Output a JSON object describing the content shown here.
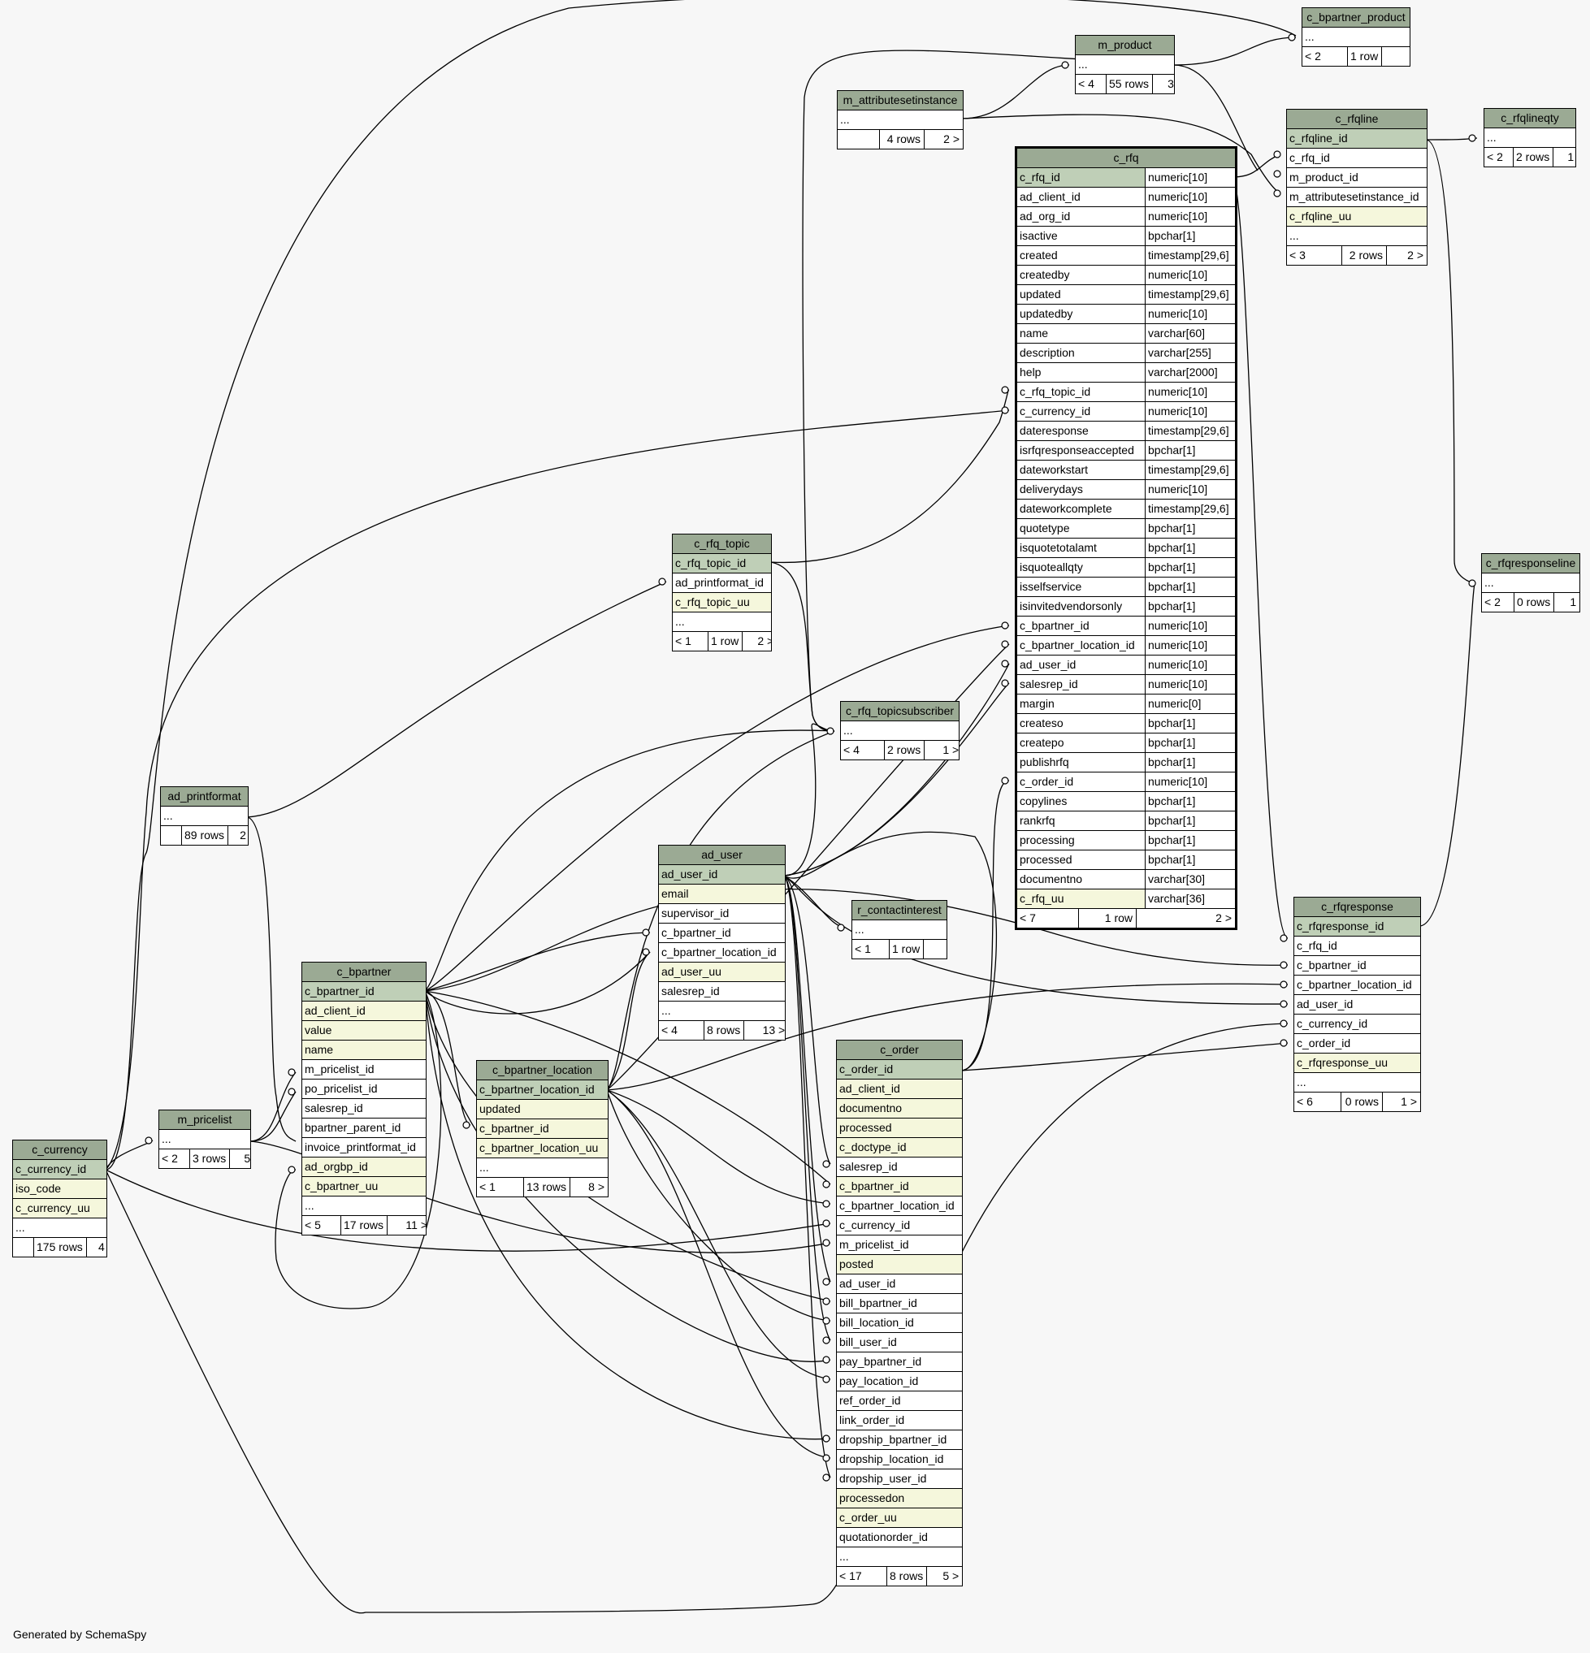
{
  "footer": "Generated by SchemaSpy",
  "tables": {
    "c_bpartner_product": {
      "title": "c_bpartner_product",
      "rows": [
        {
          "t": "...",
          "k": ""
        }
      ],
      "foot": [
        "< 2",
        "1 row",
        ""
      ]
    },
    "m_product": {
      "title": "m_product",
      "rows": [
        {
          "t": "...",
          "k": ""
        }
      ],
      "foot": [
        "< 4",
        "55 rows",
        "3 >"
      ]
    },
    "m_attributesetinstance": {
      "title": "m_attributesetinstance",
      "rows": [
        {
          "t": "...",
          "k": ""
        }
      ],
      "foot": [
        "",
        "4 rows",
        "2 >"
      ]
    },
    "c_rfqline": {
      "title": "c_rfqline",
      "rows": [
        {
          "t": "c_rfqline_id",
          "k": "pk"
        },
        {
          "t": "c_rfq_id",
          "k": ""
        },
        {
          "t": "m_product_id",
          "k": ""
        },
        {
          "t": "m_attributesetinstance_id",
          "k": ""
        },
        {
          "t": "c_rfqline_uu",
          "k": "idx"
        },
        {
          "t": "...",
          "k": ""
        }
      ],
      "foot": [
        "< 3",
        "2 rows",
        "2 >"
      ]
    },
    "c_rfqlineqty": {
      "title": "c_rfqlineqty",
      "rows": [
        {
          "t": "...",
          "k": ""
        }
      ],
      "foot": [
        "< 2",
        "2 rows",
        "1 >"
      ]
    },
    "c_rfq": {
      "title": "c_rfq",
      "rows": [
        {
          "t": "c_rfq_id",
          "ty": "numeric[10]",
          "k": "pk"
        },
        {
          "t": "ad_client_id",
          "ty": "numeric[10]",
          "k": ""
        },
        {
          "t": "ad_org_id",
          "ty": "numeric[10]",
          "k": ""
        },
        {
          "t": "isactive",
          "ty": "bpchar[1]",
          "k": ""
        },
        {
          "t": "created",
          "ty": "timestamp[29,6]",
          "k": ""
        },
        {
          "t": "createdby",
          "ty": "numeric[10]",
          "k": ""
        },
        {
          "t": "updated",
          "ty": "timestamp[29,6]",
          "k": ""
        },
        {
          "t": "updatedby",
          "ty": "numeric[10]",
          "k": ""
        },
        {
          "t": "name",
          "ty": "varchar[60]",
          "k": ""
        },
        {
          "t": "description",
          "ty": "varchar[255]",
          "k": ""
        },
        {
          "t": "help",
          "ty": "varchar[2000]",
          "k": ""
        },
        {
          "t": "c_rfq_topic_id",
          "ty": "numeric[10]",
          "k": ""
        },
        {
          "t": "c_currency_id",
          "ty": "numeric[10]",
          "k": ""
        },
        {
          "t": "dateresponse",
          "ty": "timestamp[29,6]",
          "k": ""
        },
        {
          "t": "isrfqresponseaccepted",
          "ty": "bpchar[1]",
          "k": ""
        },
        {
          "t": "dateworkstart",
          "ty": "timestamp[29,6]",
          "k": ""
        },
        {
          "t": "deliverydays",
          "ty": "numeric[10]",
          "k": ""
        },
        {
          "t": "dateworkcomplete",
          "ty": "timestamp[29,6]",
          "k": ""
        },
        {
          "t": "quotetype",
          "ty": "bpchar[1]",
          "k": ""
        },
        {
          "t": "isquotetotalamt",
          "ty": "bpchar[1]",
          "k": ""
        },
        {
          "t": "isquoteallqty",
          "ty": "bpchar[1]",
          "k": ""
        },
        {
          "t": "isselfservice",
          "ty": "bpchar[1]",
          "k": ""
        },
        {
          "t": "isinvitedvendorsonly",
          "ty": "bpchar[1]",
          "k": ""
        },
        {
          "t": "c_bpartner_id",
          "ty": "numeric[10]",
          "k": ""
        },
        {
          "t": "c_bpartner_location_id",
          "ty": "numeric[10]",
          "k": ""
        },
        {
          "t": "ad_user_id",
          "ty": "numeric[10]",
          "k": ""
        },
        {
          "t": "salesrep_id",
          "ty": "numeric[10]",
          "k": ""
        },
        {
          "t": "margin",
          "ty": "numeric[0]",
          "k": ""
        },
        {
          "t": "createso",
          "ty": "bpchar[1]",
          "k": ""
        },
        {
          "t": "createpo",
          "ty": "bpchar[1]",
          "k": ""
        },
        {
          "t": "publishrfq",
          "ty": "bpchar[1]",
          "k": ""
        },
        {
          "t": "c_order_id",
          "ty": "numeric[10]",
          "k": ""
        },
        {
          "t": "copylines",
          "ty": "bpchar[1]",
          "k": ""
        },
        {
          "t": "rankrfq",
          "ty": "bpchar[1]",
          "k": ""
        },
        {
          "t": "processing",
          "ty": "bpchar[1]",
          "k": ""
        },
        {
          "t": "processed",
          "ty": "bpchar[1]",
          "k": ""
        },
        {
          "t": "documentno",
          "ty": "varchar[30]",
          "k": ""
        },
        {
          "t": "c_rfq_uu",
          "ty": "varchar[36]",
          "k": "idx"
        }
      ],
      "foot": [
        "< 7",
        "1 row",
        "2 >"
      ]
    },
    "c_rfq_topic": {
      "title": "c_rfq_topic",
      "rows": [
        {
          "t": "c_rfq_topic_id",
          "k": "pk"
        },
        {
          "t": "ad_printformat_id",
          "k": ""
        },
        {
          "t": "c_rfq_topic_uu",
          "k": "idx"
        },
        {
          "t": "...",
          "k": ""
        }
      ],
      "foot": [
        "< 1",
        "1 row",
        "2 >"
      ]
    },
    "c_rfq_topicsubscriber": {
      "title": "c_rfq_topicsubscriber",
      "rows": [
        {
          "t": "...",
          "k": ""
        }
      ],
      "foot": [
        "< 4",
        "2 rows",
        "1 >"
      ]
    },
    "c_rfqresponseline": {
      "title": "c_rfqresponseline",
      "rows": [
        {
          "t": "...",
          "k": ""
        }
      ],
      "foot": [
        "< 2",
        "0 rows",
        "1 >"
      ]
    },
    "ad_printformat": {
      "title": "ad_printformat",
      "rows": [
        {
          "t": "...",
          "k": ""
        }
      ],
      "foot": [
        "",
        "89 rows",
        "2 >"
      ]
    },
    "ad_user": {
      "title": "ad_user",
      "rows": [
        {
          "t": "ad_user_id",
          "k": "pk"
        },
        {
          "t": "email",
          "k": "idx"
        },
        {
          "t": "supervisor_id",
          "k": ""
        },
        {
          "t": "c_bpartner_id",
          "k": ""
        },
        {
          "t": "c_bpartner_location_id",
          "k": ""
        },
        {
          "t": "ad_user_uu",
          "k": "idx"
        },
        {
          "t": "salesrep_id",
          "k": ""
        },
        {
          "t": "...",
          "k": ""
        }
      ],
      "foot": [
        "< 4",
        "8 rows",
        "13 >"
      ]
    },
    "r_contactinterest": {
      "title": "r_contactinterest",
      "rows": [
        {
          "t": "...",
          "k": ""
        }
      ],
      "foot": [
        "< 1",
        "1 row",
        ""
      ]
    },
    "c_rfqresponse": {
      "title": "c_rfqresponse",
      "rows": [
        {
          "t": "c_rfqresponse_id",
          "k": "pk"
        },
        {
          "t": "c_rfq_id",
          "k": ""
        },
        {
          "t": "c_bpartner_id",
          "k": ""
        },
        {
          "t": "c_bpartner_location_id",
          "k": ""
        },
        {
          "t": "ad_user_id",
          "k": ""
        },
        {
          "t": "c_currency_id",
          "k": ""
        },
        {
          "t": "c_order_id",
          "k": ""
        },
        {
          "t": "c_rfqresponse_uu",
          "k": "idx"
        },
        {
          "t": "...",
          "k": ""
        }
      ],
      "foot": [
        "< 6",
        "0 rows",
        "1 >"
      ]
    },
    "c_bpartner": {
      "title": "c_bpartner",
      "rows": [
        {
          "t": "c_bpartner_id",
          "k": "pk"
        },
        {
          "t": "ad_client_id",
          "k": "idx"
        },
        {
          "t": "value",
          "k": "idx"
        },
        {
          "t": "name",
          "k": "idx"
        },
        {
          "t": "m_pricelist_id",
          "k": ""
        },
        {
          "t": "po_pricelist_id",
          "k": ""
        },
        {
          "t": "salesrep_id",
          "k": ""
        },
        {
          "t": "bpartner_parent_id",
          "k": ""
        },
        {
          "t": "invoice_printformat_id",
          "k": ""
        },
        {
          "t": "ad_orgbp_id",
          "k": "idx"
        },
        {
          "t": "c_bpartner_uu",
          "k": "idx"
        },
        {
          "t": "...",
          "k": ""
        }
      ],
      "foot": [
        "< 5",
        "17 rows",
        "11 >"
      ]
    },
    "c_bpartner_location": {
      "title": "c_bpartner_location",
      "rows": [
        {
          "t": "c_bpartner_location_id",
          "k": "pk"
        },
        {
          "t": "updated",
          "k": "idx"
        },
        {
          "t": "c_bpartner_id",
          "k": "idx"
        },
        {
          "t": "c_bpartner_location_uu",
          "k": "idx"
        },
        {
          "t": "...",
          "k": ""
        }
      ],
      "foot": [
        "< 1",
        "13 rows",
        "8 >"
      ]
    },
    "m_pricelist": {
      "title": "m_pricelist",
      "rows": [
        {
          "t": "...",
          "k": ""
        }
      ],
      "foot": [
        "< 2",
        "3 rows",
        "5 >"
      ]
    },
    "c_currency": {
      "title": "c_currency",
      "rows": [
        {
          "t": "c_currency_id",
          "k": "pk"
        },
        {
          "t": "iso_code",
          "k": "idx"
        },
        {
          "t": "c_currency_uu",
          "k": "idx"
        },
        {
          "t": "...",
          "k": ""
        }
      ],
      "foot": [
        "",
        "175 rows",
        "4 >"
      ]
    },
    "c_order": {
      "title": "c_order",
      "rows": [
        {
          "t": "c_order_id",
          "k": "pk"
        },
        {
          "t": "ad_client_id",
          "k": "idx"
        },
        {
          "t": "documentno",
          "k": "idx"
        },
        {
          "t": "processed",
          "k": "idx"
        },
        {
          "t": "c_doctype_id",
          "k": "idx"
        },
        {
          "t": "salesrep_id",
          "k": ""
        },
        {
          "t": "c_bpartner_id",
          "k": "idx"
        },
        {
          "t": "c_bpartner_location_id",
          "k": ""
        },
        {
          "t": "c_currency_id",
          "k": ""
        },
        {
          "t": "m_pricelist_id",
          "k": ""
        },
        {
          "t": "posted",
          "k": "idx"
        },
        {
          "t": "ad_user_id",
          "k": ""
        },
        {
          "t": "bill_bpartner_id",
          "k": ""
        },
        {
          "t": "bill_location_id",
          "k": ""
        },
        {
          "t": "bill_user_id",
          "k": ""
        },
        {
          "t": "pay_bpartner_id",
          "k": ""
        },
        {
          "t": "pay_location_id",
          "k": ""
        },
        {
          "t": "ref_order_id",
          "k": ""
        },
        {
          "t": "link_order_id",
          "k": ""
        },
        {
          "t": "dropship_bpartner_id",
          "k": ""
        },
        {
          "t": "dropship_location_id",
          "k": ""
        },
        {
          "t": "dropship_user_id",
          "k": ""
        },
        {
          "t": "processedon",
          "k": "idx"
        },
        {
          "t": "c_order_uu",
          "k": "idx"
        },
        {
          "t": "quotationorder_id",
          "k": ""
        },
        {
          "t": "...",
          "k": ""
        }
      ],
      "foot": [
        "< 17",
        "8 rows",
        "5 >"
      ]
    }
  }
}
